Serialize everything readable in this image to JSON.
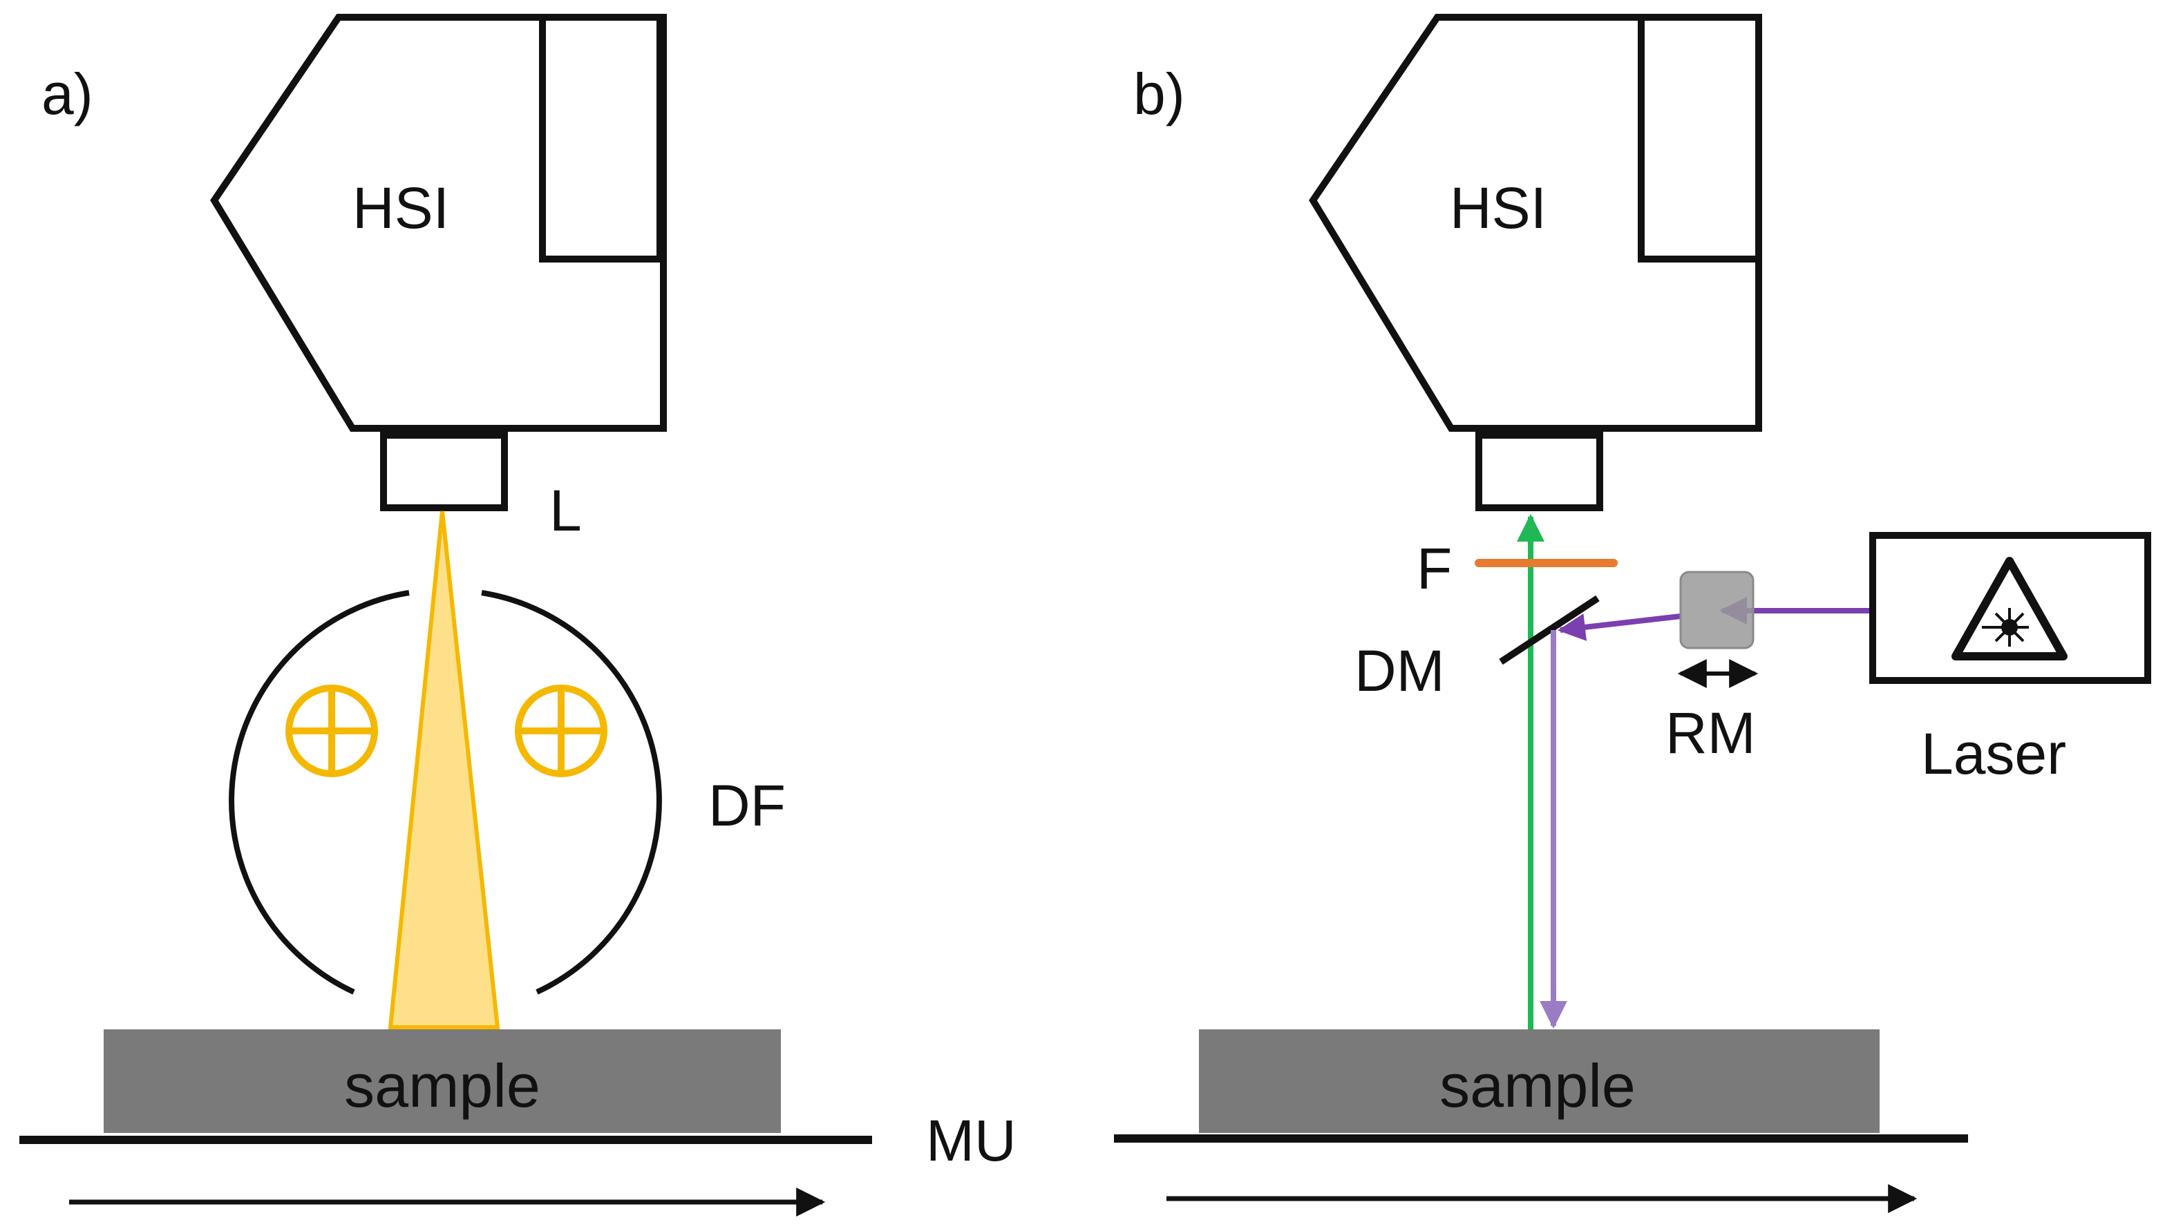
{
  "colors": {
    "line": "#111111",
    "lamp": "#F5B800",
    "beam_fill": "#FFE08A",
    "sample": "#7a7a7a",
    "emission": "#1FB854",
    "excitation": "#7B3FB0",
    "reflected": "#9A7CC4",
    "filter": "#E87A2E",
    "modulator": "#9a9a9a"
  },
  "panel_a": {
    "label": "a)",
    "camera_label": "HSI",
    "lens_label": "L",
    "dome_label": "DF",
    "sample_label": "sample",
    "stage_label": "MU"
  },
  "panel_b": {
    "label": "b)",
    "camera_label": "HSI",
    "filter_label": "F",
    "mirror_label": "DM",
    "modulator_label": "RM",
    "laser_label": "Laser",
    "sample_label": "sample"
  },
  "icons": {
    "lamp": "lamp-crosshair-icon",
    "laser_warning": "laser-warning-icon",
    "double_arrow": "double-arrow-icon",
    "motion_arrow": "right-arrow-icon"
  }
}
